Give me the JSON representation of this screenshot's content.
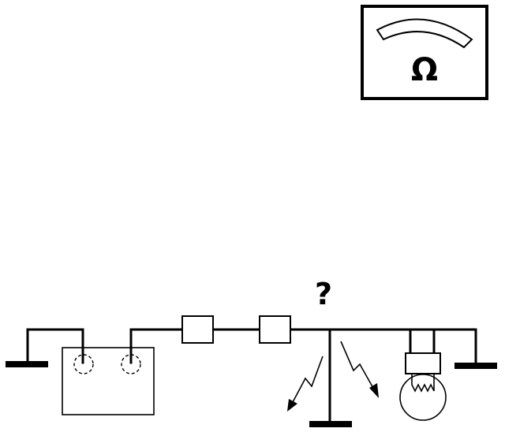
{
  "meter": {
    "symbol": "Ω",
    "icon": "ohmmeter-icon"
  },
  "circuit": {
    "fault_marker": "?",
    "components": [
      "battery",
      "connector",
      "connector",
      "short-to-ground",
      "bulb"
    ]
  },
  "colors": {
    "line": "#000000",
    "background": "#ffffff"
  }
}
